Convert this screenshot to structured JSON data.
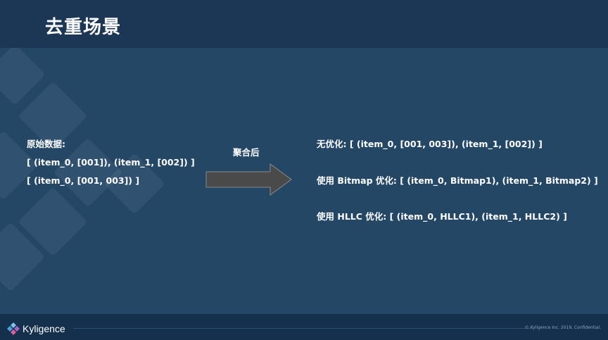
{
  "slide": {
    "title": "去重场景",
    "source": {
      "label": "原始数据:",
      "line1": "[ (item_0, [001]), (item_1, [002]) ]",
      "line2": "[ (item_0, [001, 003]) ]"
    },
    "arrow_label": "聚合后",
    "results": [
      "无优化: [ (item_0, [001, 003]), (item_1, [002]) ]",
      "使用 Bitmap 优化: [ (item_0, Bitmap1), (item_1, Bitmap2) ]",
      "使用 HLLC 优化: [ (item_0, HLLC1), (item_1, HLLC2) ]"
    ]
  },
  "footer": {
    "logo_text": "Kyligence",
    "copyright": "© Kyligence Inc. 2019, Confidential."
  },
  "colors": {
    "background": "#244766",
    "header": "#1b3755",
    "arrow_fill": "#4a4a4a",
    "text": "#ffffff"
  }
}
